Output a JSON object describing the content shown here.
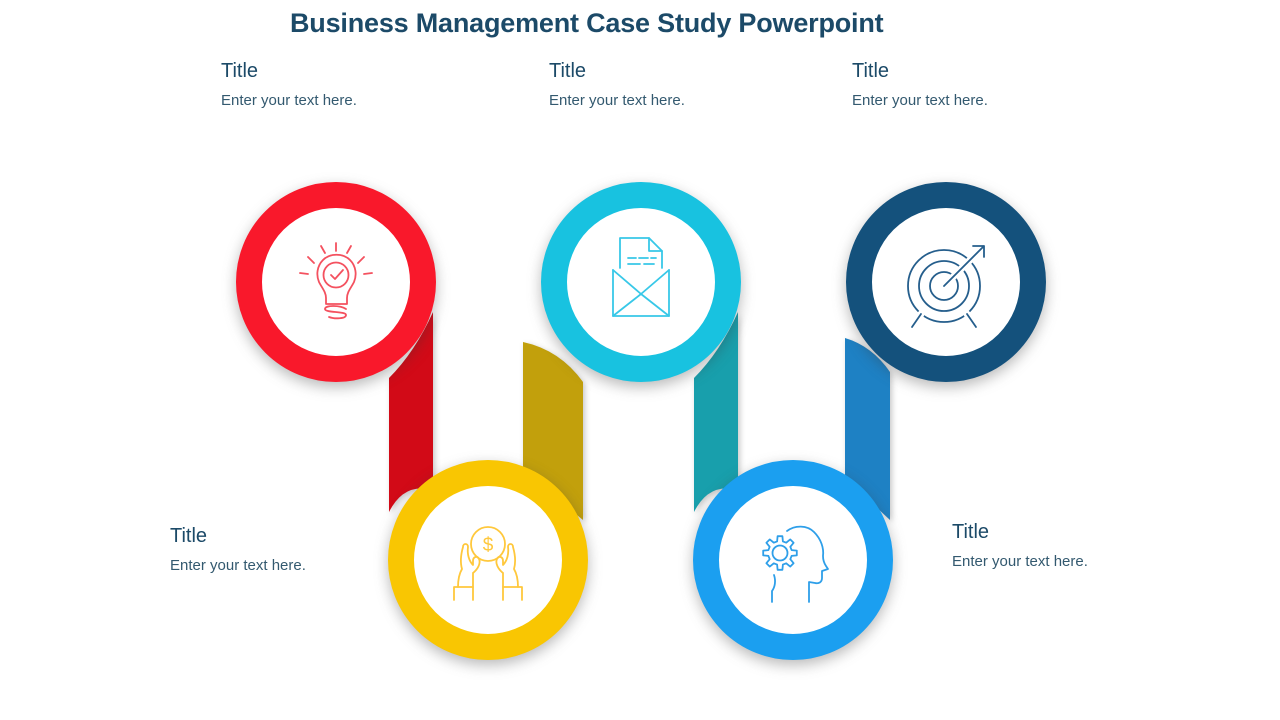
{
  "slide": {
    "title": "Business Management Case Study Powerpoint"
  },
  "placeholders": [
    {
      "position": "top-left",
      "title": "Title",
      "text": "Enter your text here."
    },
    {
      "position": "top-center",
      "title": "Title",
      "text": "Enter your text here."
    },
    {
      "position": "top-right",
      "title": "Title",
      "text": "Enter your text here."
    },
    {
      "position": "bottom-left",
      "title": "Title",
      "text": "Enter your text here."
    },
    {
      "position": "bottom-right",
      "title": "Title",
      "text": "Enter your text here."
    }
  ],
  "steps": [
    {
      "name": "idea",
      "icon": "lightbulb-check-icon"
    },
    {
      "name": "message",
      "icon": "open-envelope-letter-icon"
    },
    {
      "name": "goal",
      "icon": "target-arrow-icon"
    },
    {
      "name": "funding",
      "icon": "hands-dollar-coin-icon",
      "coin_symbol": "$"
    },
    {
      "name": "thinking",
      "icon": "head-gear-icon"
    }
  ],
  "colors": {
    "background": "#FFFFFF",
    "title-text": "#1C4A68",
    "body-text": "#33596F",
    "ring-red": "#F9182B",
    "ribbon-red": "#D20A17",
    "icon-red": "#F4515F",
    "ring-cyan": "#18C2E0",
    "ribbon-teal": "#189FAC",
    "icon-cyan": "#38C8E8",
    "ring-navy": "#14517C",
    "ribbon-blue": "#1E81C4",
    "icon-navy": "#255E8C",
    "ring-yellow": "#F9C602",
    "ribbon-gold": "#C2A00C",
    "icon-yellow": "#FFC83C",
    "ring-skyblue": "#1B9FF0",
    "icon-skyblue": "#2E9FE9"
  }
}
